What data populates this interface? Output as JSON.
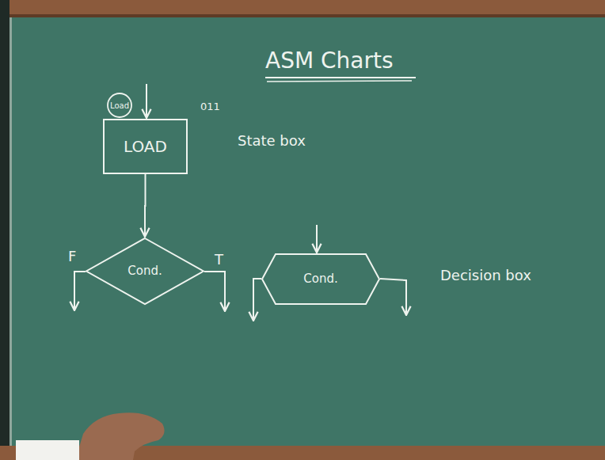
{
  "diagram": {
    "title": "ASM Charts",
    "nodes": [
      {
        "text": [
          "Load"
        ]
      },
      {
        "text": [
          "LOAD"
        ]
      },
      {
        "text": [
          "Cond."
        ]
      },
      {
        "text": [
          "Cond."
        ]
      }
    ],
    "edges": [
      {
        "from": 1,
        "to": 2,
        "arrow": "to"
      }
    ],
    "labels": [
      "011",
      "State box",
      "F",
      "T",
      "Decision box"
    ]
  }
}
